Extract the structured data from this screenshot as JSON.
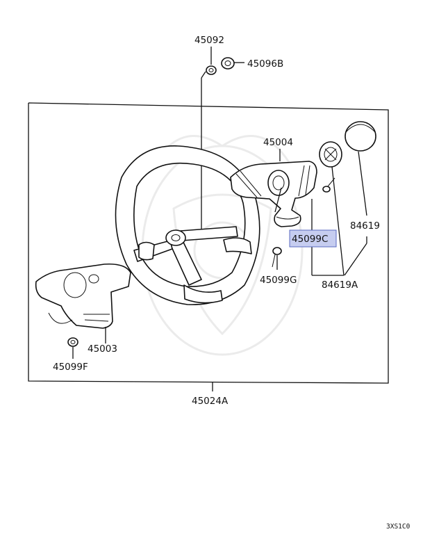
{
  "diagram_code": "3XS1C0",
  "highlight_color": "#c6cdf0",
  "parts": {
    "p45092": "45092",
    "p45096B": "45096B",
    "p45004": "45004",
    "p84619": "84619",
    "p45099C": "45099C",
    "p45099G": "45099G",
    "p84619A": "84619A",
    "p45003": "45003",
    "p45099F": "45099F",
    "p45024A": "45024A"
  }
}
